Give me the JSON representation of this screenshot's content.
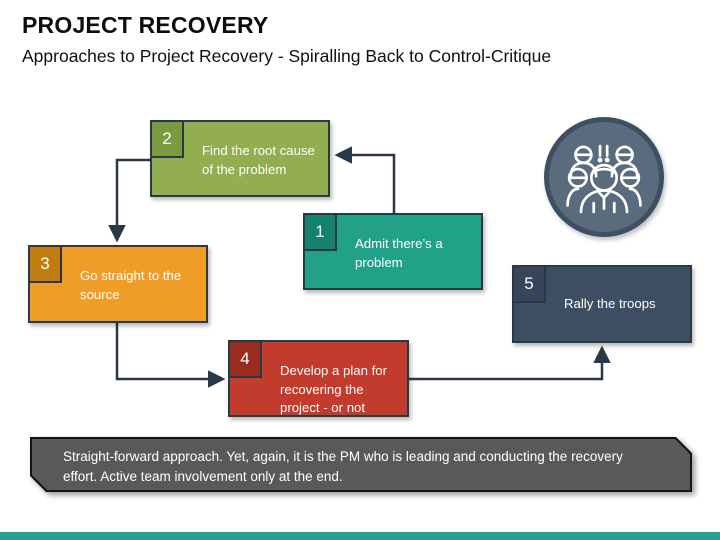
{
  "page": {
    "title": "PROJECT RECOVERY",
    "subtitle": "Approaches to Project Recovery - Spiralling Back to Control-Critique"
  },
  "steps": [
    {
      "number": "1",
      "label": "Admit there’s a problem",
      "fill": "#21a188",
      "tab": "#15806b"
    },
    {
      "number": "2",
      "label": "Find the root cause of the problem",
      "fill": "#93ae50",
      "tab": "#7c9a3e"
    },
    {
      "number": "3",
      "label": "Go straight to the source",
      "fill": "#f09d28",
      "tab": "#c17d12"
    },
    {
      "number": "4",
      "label": "Develop a plan for recovering the project - or not",
      "fill": "#c23b2c",
      "tab": "#9a2b1f"
    },
    {
      "number": "5",
      "label": "Rally the troops",
      "fill": "#3e4e62",
      "tab": "#36455a"
    }
  ],
  "note": "Straight-forward approach. Yet, again, it is the PM who is leading and conducting the recovery effort. Active team involvement only at the end.",
  "icons": {
    "team": "team-icon"
  },
  "colors": {
    "arrow": "#2b3846",
    "box_border": "#2b3846",
    "note_fill": "#595959",
    "note_border": "#141414",
    "footer_bar": "#26a28b",
    "circle_fill": "#5b6b7e",
    "circle_border": "#3f4f62",
    "text_on_boxes": "#ffffff"
  }
}
